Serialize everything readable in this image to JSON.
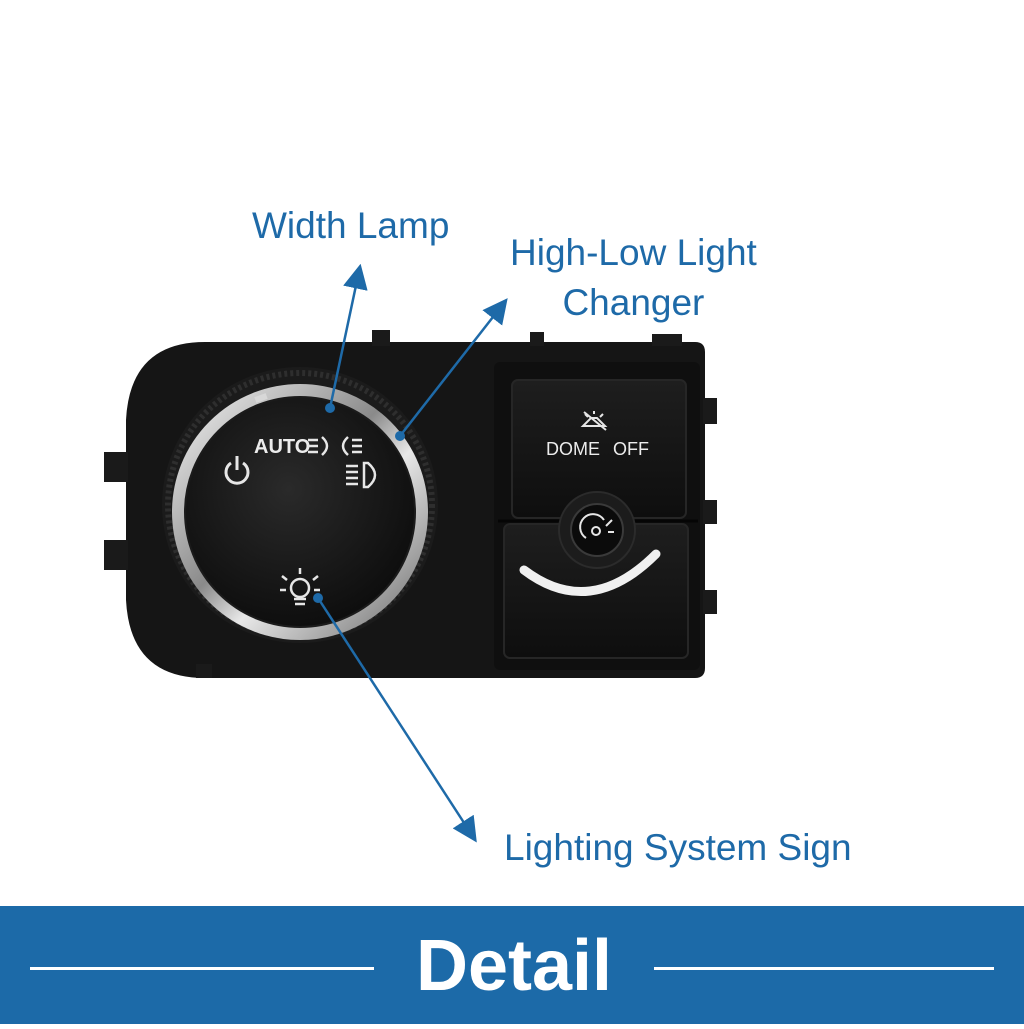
{
  "callouts": {
    "width_lamp": "Width Lamp",
    "high_low_line1": "High-Low Light",
    "high_low_line2": "Changer",
    "lighting_system": "Lighting System Sign"
  },
  "switch": {
    "knob_auto": "AUTO",
    "dome_label": "DOME",
    "off_label": "OFF"
  },
  "banner": {
    "title": "Detail"
  },
  "colors": {
    "accent": "#1c6aa8",
    "callout_text": "#1e6aa8",
    "housing": "#141414"
  },
  "icons": [
    "power-icon",
    "parking-lamp-icon",
    "headlamp-icon",
    "lighting-sun-icon",
    "dome-off-icon",
    "dimmer-icon"
  ]
}
